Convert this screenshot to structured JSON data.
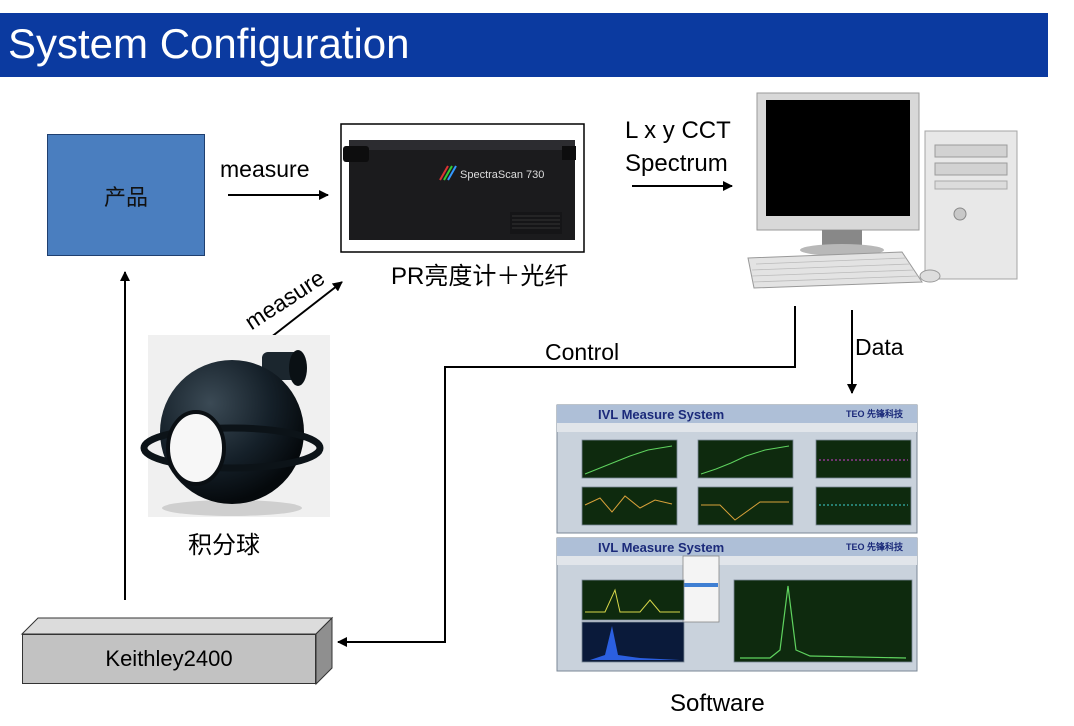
{
  "header": {
    "title": "System Configuration"
  },
  "colors": {
    "title_bar": "#0b3aa0",
    "product_box": "#4a7ebf",
    "keithley_box": "#c2c2c2",
    "screen_header": "#aebfd7",
    "plot_background": "#0e2a0e",
    "plot_line": "#5fd35f"
  },
  "diagram": {
    "product_label": "产品",
    "measure_label_1": "measure",
    "measure_label_2": "measure",
    "spectroscan_model": "SpectraScan 730",
    "pr_label": "PR亮度计＋光纤",
    "output_label_line1": "L x y CCT",
    "output_label_line2": "Spectrum",
    "data_label": "Data",
    "control_label": "Control",
    "sphere_label": "积分球",
    "keithley_label": "Keithley2400",
    "software_label": "Software"
  },
  "software": {
    "screen1_title": "IVL Measure System",
    "screen2_title": "IVL Measure System",
    "logo_text": "TEO 先锋科技"
  }
}
